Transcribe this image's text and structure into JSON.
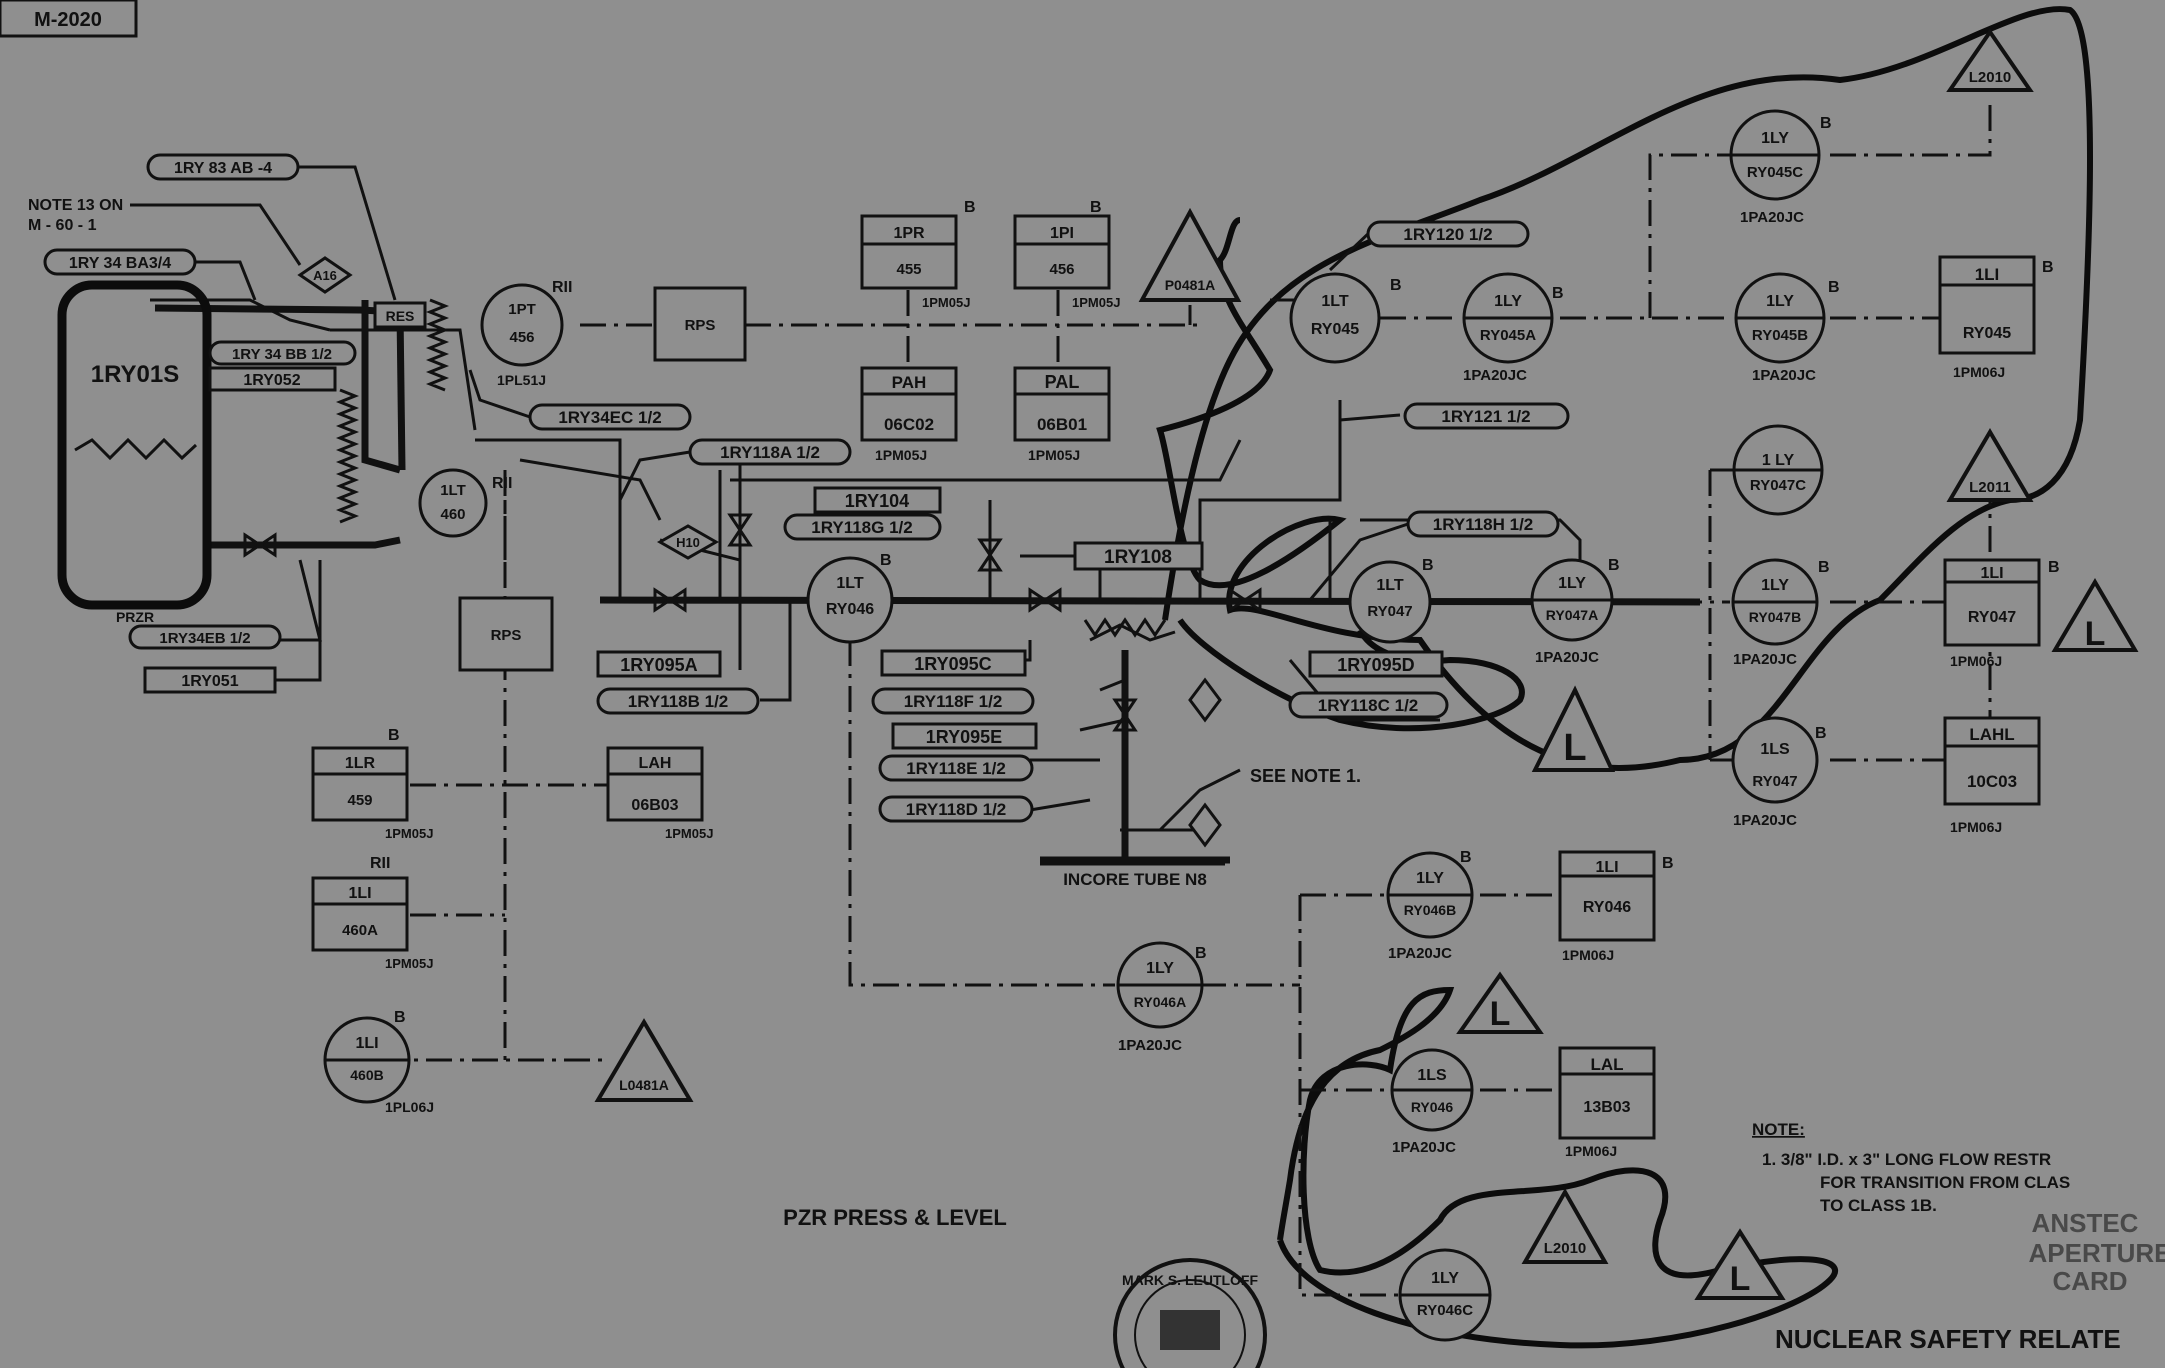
{
  "sheet": {
    "drawing_number": "M-2020",
    "title": "PZR PRESS & LEVEL",
    "stamp_text": "MARK S. LEUTLOFF",
    "bottom_heading": "NUCLEAR SAFETY RELATE",
    "watermark": [
      "ANSTEC",
      "APERTURE",
      "CARD"
    ]
  },
  "notes": {
    "heading": "NOTE:",
    "lines": [
      "1.  3/8\" I.D. x 3\" LONG FLOW RESTR",
      "FOR TRANSITION FROM CLAS",
      "TO CLASS 1B."
    ],
    "top_left_note": [
      "NOTE 13 ON",
      "M - 60 - 1"
    ],
    "see_note": "SEE NOTE 1."
  },
  "tank": {
    "label": "1RY01S",
    "sub_label": "PRZR"
  },
  "instruments": {
    "pt456": {
      "tag": "1PT",
      "num": "456",
      "loc": "1PL51J",
      "class": "RII"
    },
    "lt460": {
      "tag": "1LT",
      "num": "460",
      "class": "RII"
    },
    "lt046": {
      "tag": "1LT",
      "num": "RY046",
      "class": "B"
    },
    "lt045": {
      "tag": "1LT",
      "num": "RY045",
      "class": "B"
    },
    "lt047": {
      "tag": "1LT",
      "num": "RY047",
      "class": "B"
    },
    "ly045a": {
      "tag": "1LY",
      "num": "RY045A",
      "loc": "1PA20JC",
      "class": "B"
    },
    "ly045b": {
      "tag": "1LY",
      "num": "RY045B",
      "loc": "1PA20JC",
      "class": "B"
    },
    "ly045c": {
      "tag": "1LY",
      "num": "RY045C",
      "loc": "1PA20JC",
      "class": "B"
    },
    "ly047a": {
      "tag": "1LY",
      "num": "RY047A",
      "loc": "1PA20JC",
      "class": "B"
    },
    "ly047b": {
      "tag": "1LY",
      "num": "RY047B",
      "loc": "1PA20JC",
      "class": "B"
    },
    "ly047c": {
      "tag": "1 LY",
      "num": "RY047C"
    },
    "ls047": {
      "tag": "1LS",
      "num": "RY047",
      "loc": "1PA20JC",
      "class": "B"
    },
    "ly046a": {
      "tag": "1LY",
      "num": "RY046A",
      "loc": "1PA20JC",
      "class": "B"
    },
    "ly046b": {
      "tag": "1LY",
      "num": "RY046B",
      "loc": "1PA20JC",
      "class": "B"
    },
    "ly046c": {
      "tag": "1LY",
      "num": "RY046C"
    },
    "ls046": {
      "tag": "1LS",
      "num": "RY046",
      "loc": "1PA20JC"
    },
    "li460b": {
      "tag": "1LI",
      "num": "460B",
      "loc": "1PL06J",
      "class": "B"
    }
  },
  "panels": {
    "pr455": {
      "tag": "1PR",
      "num": "455",
      "loc": "1PM05J",
      "class": "B"
    },
    "pi456": {
      "tag": "1PI",
      "num": "456",
      "loc": "1PM05J",
      "class": "B"
    },
    "pah": {
      "tag": "PAH",
      "num": "06C02",
      "loc": "1PM05J"
    },
    "pal": {
      "tag": "PAL",
      "num": "06B01",
      "loc": "1PM05J"
    },
    "li045": {
      "tag": "1LI",
      "num": "RY045",
      "loc": "1PM06J",
      "class": "B"
    },
    "li047": {
      "tag": "1LI",
      "num": "RY047",
      "loc": "1PM06J",
      "class": "B"
    },
    "lahl": {
      "tag": "LAHL",
      "num": "10C03",
      "loc": "1PM06J"
    },
    "li046": {
      "tag": "1LI",
      "num": "RY046",
      "loc": "1PM06J",
      "class": "B"
    },
    "lal": {
      "tag": "LAL",
      "num": "13B03",
      "loc": "1PM06J"
    },
    "lr459": {
      "tag": "1LR",
      "num": "459",
      "loc": "1PM05J",
      "class": "B"
    },
    "lah": {
      "tag": "LAH",
      "num": "06B03",
      "loc": "1PM05J"
    },
    "li460a": {
      "tag": "1LI",
      "num": "460A",
      "loc": "1PM05J",
      "class": "RII"
    },
    "rps1": "RPS",
    "rps2": "RPS",
    "res": "RES"
  },
  "pipe_labels": {
    "ry83": "1RY 83 AB -4",
    "ry34ba": "1RY 34 BA3/4",
    "ry34bb": "1RY 34 BB 1/2",
    "ry052": "1RY052",
    "ry34ec": "1RY34EC 1/2",
    "ry118a": "1RY118A 1/2",
    "ry104": "1RY104",
    "ry118g": "1RY118G 1/2",
    "ry108": "1RY108",
    "ry120": "1RY120 1/2",
    "ry121": "1RY121 1/2",
    "ry118h": "1RY118H 1/2",
    "ry34eb": "1RY34EB 1/2",
    "ry051": "1RY051",
    "ry095a": "1RY095A",
    "ry118b": "1RY118B 1/2",
    "ry095c": "1RY095C",
    "ry118f": "1RY118F 1/2",
    "ry095e": "1RY095E",
    "ry118e": "1RY118E 1/2",
    "ry118d": "1RY118D 1/2",
    "ry095d": "1RY095D",
    "ry118c": "1RY118C 1/2"
  },
  "diamonds": {
    "a1": "A16",
    "h10": "H10"
  },
  "triangles": {
    "p0481a": "P0481A",
    "l2010a": "L2010",
    "l2011": "L2011",
    "l0481a": "L0481A",
    "l2010b": "L2010",
    "l_1": "L",
    "l_2": "L",
    "l_3": "L",
    "l_4": "L"
  },
  "incore": "INCORE TUBE N8"
}
